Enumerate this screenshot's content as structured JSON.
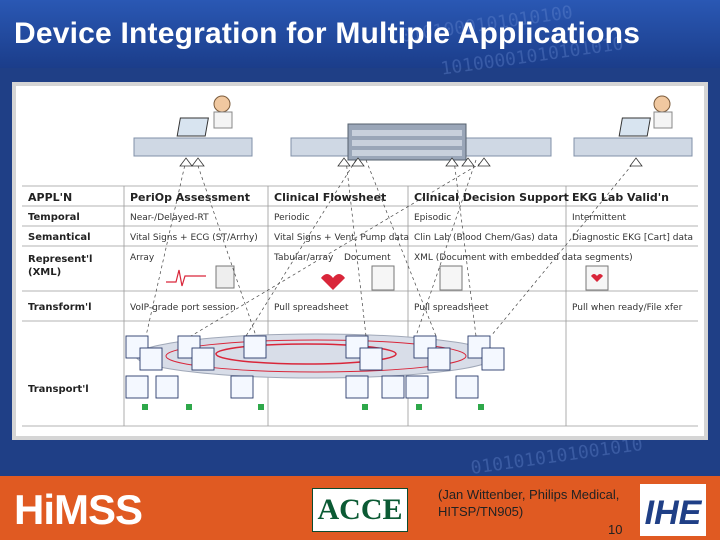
{
  "slide": {
    "title": "Device Integration for Multiple Applications"
  },
  "table": {
    "headers": [
      "APPL'N",
      "PeriOp Assessment",
      "Clinical Flowsheet",
      "Clinical Decision Support",
      "EKG Lab Valid'n"
    ],
    "rows": [
      {
        "label": "Temporal",
        "cells": [
          "Near-/Delayed-RT",
          "Periodic",
          "Episodic",
          "Intermittent"
        ]
      },
      {
        "label": "Semantical",
        "cells": [
          "Vital Signs + ECG (ST/Arrhy)",
          "Vital Signs + Vent, Pump data",
          "Clin Lab (Blood Chem/Gas) data",
          "Diagnostic EKG [Cart] data"
        ]
      },
      {
        "label": "Represent'l",
        "label2": "(XML)",
        "cells": [
          "Array",
          "Tabular/array",
          "XML (Document with embedded data segments)",
          ""
        ],
        "doc_label": "Document"
      },
      {
        "label": "Transform'l",
        "cells": [
          "VoIP-grade port session",
          "Pull spreadsheet",
          "Pull spreadsheet",
          "Pull when ready/File xfer"
        ]
      },
      {
        "label": "Transport'l",
        "cells": [
          "",
          "",
          "",
          ""
        ]
      }
    ]
  },
  "footer": {
    "himss": "HiMSS",
    "acce": "ACCE",
    "credit_line1": "(Jan Wittenber, Philips Medical,",
    "credit_line2": "HITSP/TN905)",
    "page_number": "10",
    "ihe": "IHE"
  },
  "colors": {
    "title_bg": "#1b3d8a",
    "footer_bg": "#e05a22",
    "network_ring": "#d9263a"
  }
}
